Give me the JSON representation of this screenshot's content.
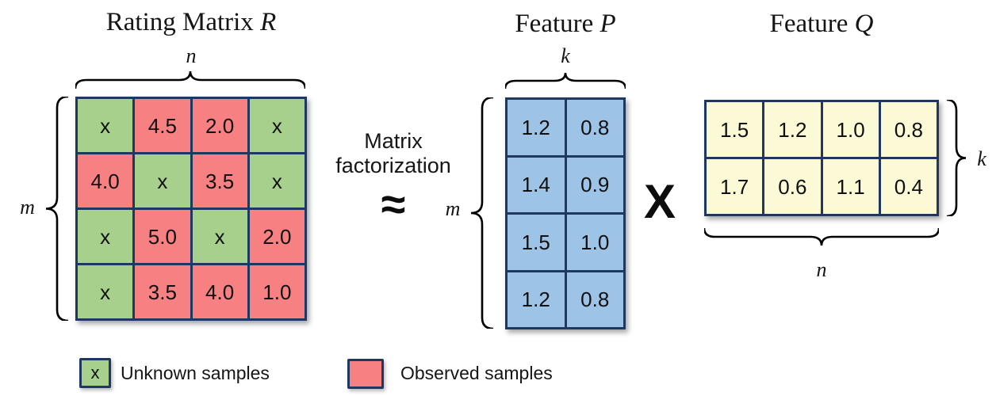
{
  "colors": {
    "unknown": "#a8d08d",
    "observed": "#f68082",
    "feature_p": "#9dc3e6",
    "feature_q": "#fcfad6",
    "border": "#1e385f"
  },
  "rating_matrix": {
    "title": "Rating Matrix",
    "title_var": "R",
    "col_label": "n",
    "row_label": "m",
    "rows": [
      [
        {
          "v": "x",
          "t": "unknown"
        },
        {
          "v": "4.5",
          "t": "observed"
        },
        {
          "v": "2.0",
          "t": "observed"
        },
        {
          "v": "x",
          "t": "unknown"
        }
      ],
      [
        {
          "v": "4.0",
          "t": "observed"
        },
        {
          "v": "x",
          "t": "unknown"
        },
        {
          "v": "3.5",
          "t": "observed"
        },
        {
          "v": "x",
          "t": "unknown"
        }
      ],
      [
        {
          "v": "x",
          "t": "unknown"
        },
        {
          "v": "5.0",
          "t": "observed"
        },
        {
          "v": "x",
          "t": "unknown"
        },
        {
          "v": "2.0",
          "t": "observed"
        }
      ],
      [
        {
          "v": "x",
          "t": "unknown"
        },
        {
          "v": "3.5",
          "t": "observed"
        },
        {
          "v": "4.0",
          "t": "observed"
        },
        {
          "v": "1.0",
          "t": "observed"
        }
      ]
    ]
  },
  "operator": {
    "label_line1": "Matrix",
    "label_line2": "factorization",
    "approx_symbol": "≈",
    "multiply_symbol": "X"
  },
  "feature_p": {
    "title": "Feature",
    "title_var": "P",
    "col_label": "k",
    "row_label": "m",
    "rows": [
      [
        "1.2",
        "0.8"
      ],
      [
        "1.4",
        "0.9"
      ],
      [
        "1.5",
        "1.0"
      ],
      [
        "1.2",
        "0.8"
      ]
    ]
  },
  "feature_q": {
    "title": "Feature",
    "title_var": "Q",
    "row_label": "k",
    "col_label": "n",
    "rows": [
      [
        "1.5",
        "1.2",
        "1.0",
        "0.8"
      ],
      [
        "1.7",
        "0.6",
        "1.1",
        "0.4"
      ]
    ]
  },
  "legend": {
    "unknown": {
      "swatch_text": "x",
      "label": "Unknown samples"
    },
    "observed": {
      "swatch_text": "",
      "label": "Observed samples"
    }
  }
}
